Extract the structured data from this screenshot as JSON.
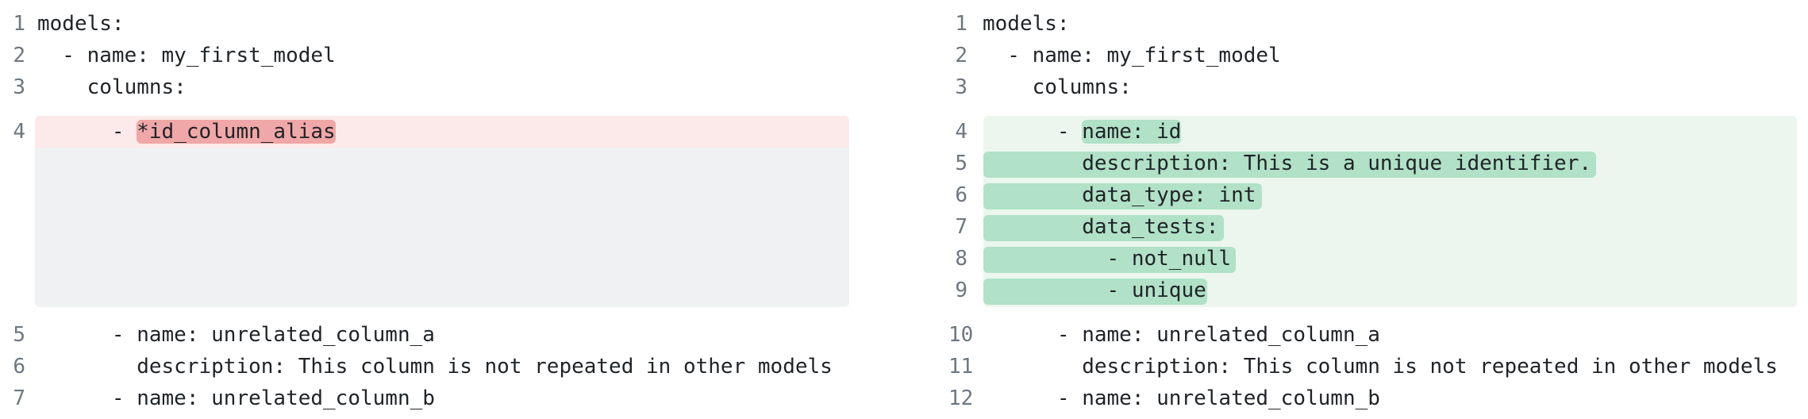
{
  "left_pane": {
    "lines": [
      {
        "num": "1",
        "text": "models:"
      },
      {
        "num": "2",
        "text": "  - name: my_first_model"
      },
      {
        "num": "3",
        "text": "    columns:"
      },
      {
        "num": "4",
        "prefix": "      - ",
        "highlight": "*id_column_alias"
      },
      {
        "num": "5",
        "text": "      - name: unrelated_column_a"
      },
      {
        "num": "6",
        "text": "        description: This column is not repeated in other models"
      },
      {
        "num": "7",
        "text": "      - name: unrelated_column_b"
      }
    ]
  },
  "right_pane": {
    "lines": [
      {
        "num": "1",
        "text": "models:"
      },
      {
        "num": "2",
        "text": "  - name: my_first_model"
      },
      {
        "num": "3",
        "text": "    columns:"
      },
      {
        "num": "4",
        "prefix": "      - ",
        "highlight": "name: id"
      },
      {
        "num": "5",
        "text": "        description: This is a unique identifier."
      },
      {
        "num": "6",
        "text": "        data_type: int"
      },
      {
        "num": "7",
        "text": "        data_tests:"
      },
      {
        "num": "8",
        "text": "          - not_null"
      },
      {
        "num": "9",
        "text": "          - unique"
      },
      {
        "num": "10",
        "text": "      - name: unrelated_column_a"
      },
      {
        "num": "11",
        "text": "        description: This column is not repeated in other models"
      },
      {
        "num": "12",
        "text": "      - name: unrelated_column_b"
      }
    ]
  },
  "colors": {
    "removed_line": "#fce9e9",
    "removed_word": "#f0a7a7",
    "added_block": "#ecf6ef",
    "added_word": "#b1e1c6",
    "placeholder": "#f0f1f3",
    "line_number": "#6e7781"
  }
}
